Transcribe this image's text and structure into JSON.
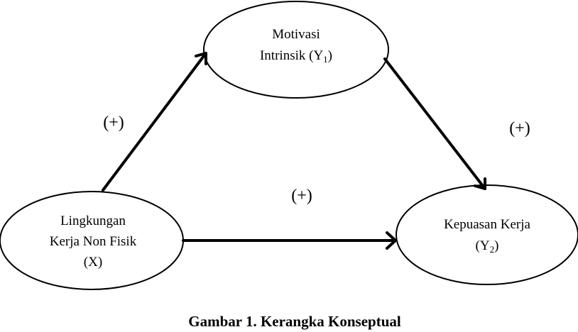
{
  "nodes": {
    "motivasi": {
      "line1": "Motivasi",
      "line2_prefix": "Intrinsik (Y",
      "line2_sub": "1",
      "line2_suffix": ")"
    },
    "lingkungan": {
      "line1": "Lingkungan",
      "line2": "Kerja Non Fisik",
      "line3": "(X)"
    },
    "kepuasan": {
      "line1": "Kepuasan Kerja",
      "line2_prefix": "(Y",
      "line2_sub": "2",
      "line2_suffix": ")"
    }
  },
  "edges": {
    "x_to_y1": {
      "sign": "(+)"
    },
    "y1_to_y2": {
      "sign": "(+)"
    },
    "x_to_y2": {
      "sign": "(+)"
    }
  },
  "caption": "Gambar 1. Kerangka Konseptual",
  "colors": {
    "line": "#000000",
    "background": "#ffffff"
  }
}
